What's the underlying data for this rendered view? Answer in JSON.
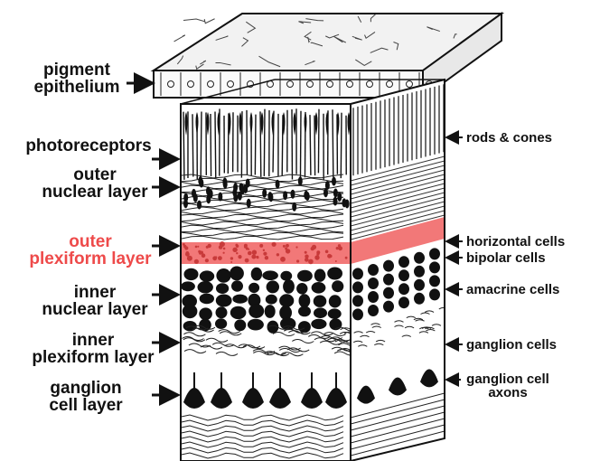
{
  "colors": {
    "ink": "#111111",
    "highlight_text": "#ee4a4a",
    "highlight_band": "#f06060",
    "background": "#ffffff"
  },
  "left_labels": {
    "pigment_epithelium": [
      "pigment",
      "epithelium"
    ],
    "photoreceptors": [
      "photoreceptors"
    ],
    "outer_nuclear_layer": [
      "outer",
      "nuclear layer"
    ],
    "outer_plexiform_layer": [
      "outer",
      "plexiform layer"
    ],
    "inner_nuclear_layer": [
      "inner",
      "nuclear layer"
    ],
    "inner_plexiform_layer": [
      "inner",
      "plexiform layer"
    ],
    "ganglion_cell_layer": [
      "ganglion",
      "cell layer"
    ]
  },
  "right_labels": {
    "rods_cones": [
      "rods & cones"
    ],
    "horizontal_cells": [
      "horizontal cells"
    ],
    "bipolar_cells": [
      "bipolar cells"
    ],
    "amacrine_cells": [
      "amacrine cells"
    ],
    "ganglion_cells": [
      "ganglion cells"
    ],
    "ganglion_cell_axons": [
      "ganglion cell",
      "axons"
    ]
  },
  "highlighted_layer": "outer_plexiform_layer"
}
